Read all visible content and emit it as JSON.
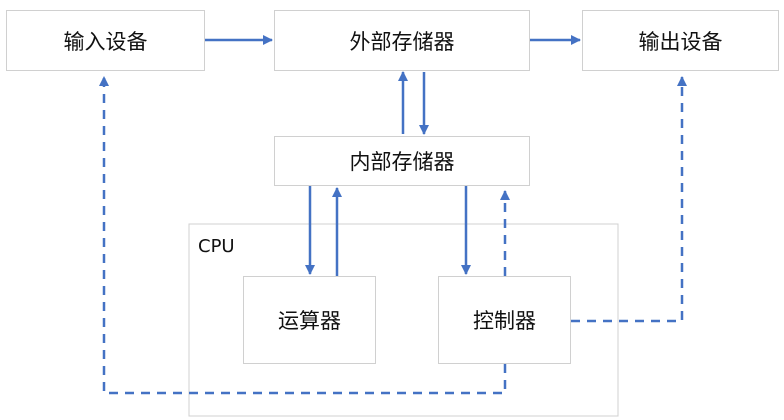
{
  "nodes": {
    "input": "输入设备",
    "external_storage": "外部存储器",
    "output": "输出设备",
    "internal_storage": "内部存储器",
    "cpu": "CPU",
    "alu": "运算器",
    "controller": "控制器"
  },
  "edges": [
    {
      "from": "input",
      "to": "external_storage",
      "style": "solid"
    },
    {
      "from": "external_storage",
      "to": "output",
      "style": "solid"
    },
    {
      "from": "internal_storage",
      "to": "external_storage",
      "style": "solid"
    },
    {
      "from": "external_storage",
      "to": "internal_storage",
      "style": "solid"
    },
    {
      "from": "internal_storage",
      "to": "alu",
      "style": "solid"
    },
    {
      "from": "alu",
      "to": "internal_storage",
      "style": "solid"
    },
    {
      "from": "internal_storage",
      "to": "controller",
      "style": "solid"
    },
    {
      "from": "controller",
      "to": "internal_storage",
      "style": "dashed"
    },
    {
      "from": "controller",
      "to": "input",
      "style": "dashed"
    },
    {
      "from": "controller",
      "to": "output",
      "style": "dashed"
    }
  ],
  "colors": {
    "arrow": "#4472c4",
    "border": "#d0d0d0"
  }
}
